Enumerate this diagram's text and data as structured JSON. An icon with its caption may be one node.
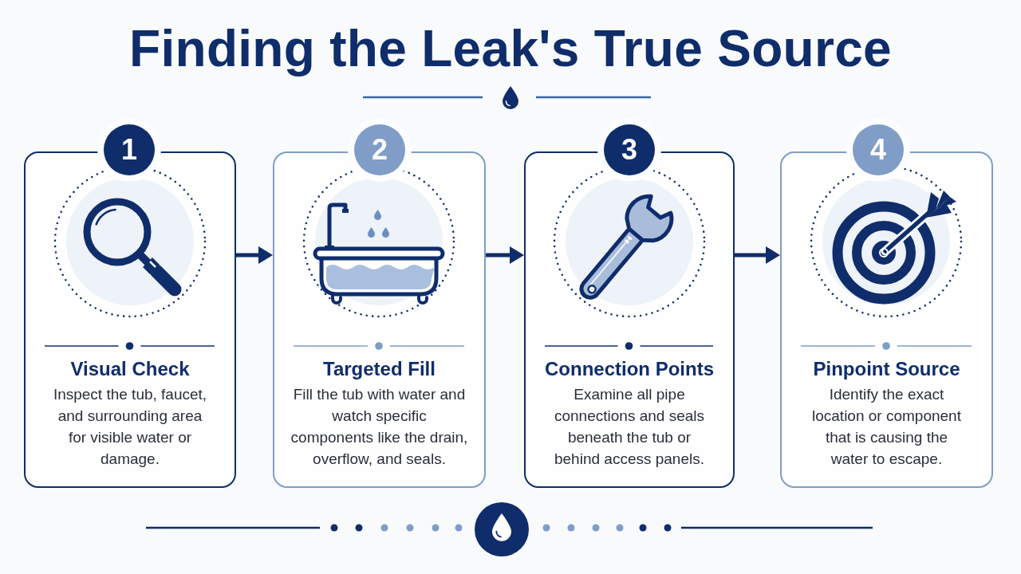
{
  "diagram": {
    "title": "Finding the Leak's True Source",
    "nodes": [
      {
        "text": [
          "1"
        ]
      },
      {
        "text": [
          "Visual Check",
          "Inspect the tub, faucet, and surrounding area for visible water or damage."
        ]
      },
      {
        "text": [
          "2"
        ]
      },
      {
        "text": [
          "Targeted Fill",
          "Fill the tub with water and watch specific components like the drain, overflow, and seals."
        ]
      },
      {
        "text": [
          "3"
        ]
      },
      {
        "text": [
          "Connection Points",
          "Examine all pipe connections and seals beneath the tub or behind access panels."
        ]
      },
      {
        "text": [
          "4"
        ]
      },
      {
        "text": [
          "Pinpoint Source",
          "Identify the exact location or component that is causing the water to escape."
        ]
      }
    ],
    "edges": [
      {
        "from": 1,
        "to": 3,
        "arrow": "to"
      },
      {
        "from": 3,
        "to": 5,
        "arrow": "to"
      },
      {
        "from": 5,
        "to": 7,
        "arrow": "to"
      }
    ]
  }
}
